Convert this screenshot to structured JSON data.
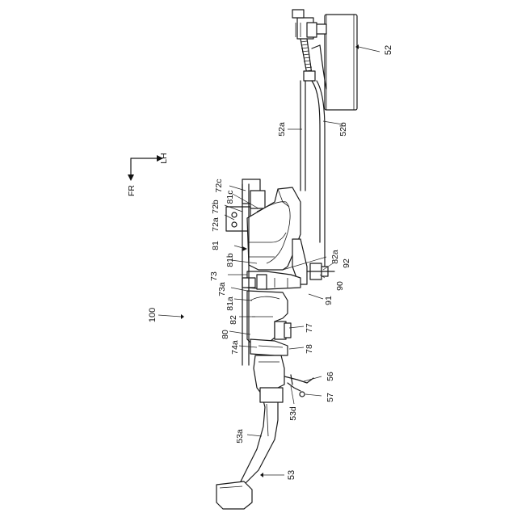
{
  "figure": {
    "reference_main": "100",
    "labels": {
      "l52": "52",
      "l52a": "52a",
      "l52b": "52b",
      "l72c": "72c",
      "l81c": "81c",
      "l72b": "72b",
      "l72a": "72a",
      "l81": "81",
      "l81b": "81b",
      "l73": "73",
      "l82a": "82a",
      "l92": "92",
      "l90": "90",
      "l73a": "73a",
      "l81a": "81a",
      "l91": "91",
      "l82": "82",
      "l77": "77",
      "l80": "80",
      "l74a": "74a",
      "l78": "78",
      "l56": "56",
      "l57": "57",
      "l53d": "53d",
      "l53a": "53a",
      "l53": "53"
    },
    "orientation": {
      "fr": "FR",
      "lh": "LH"
    }
  }
}
